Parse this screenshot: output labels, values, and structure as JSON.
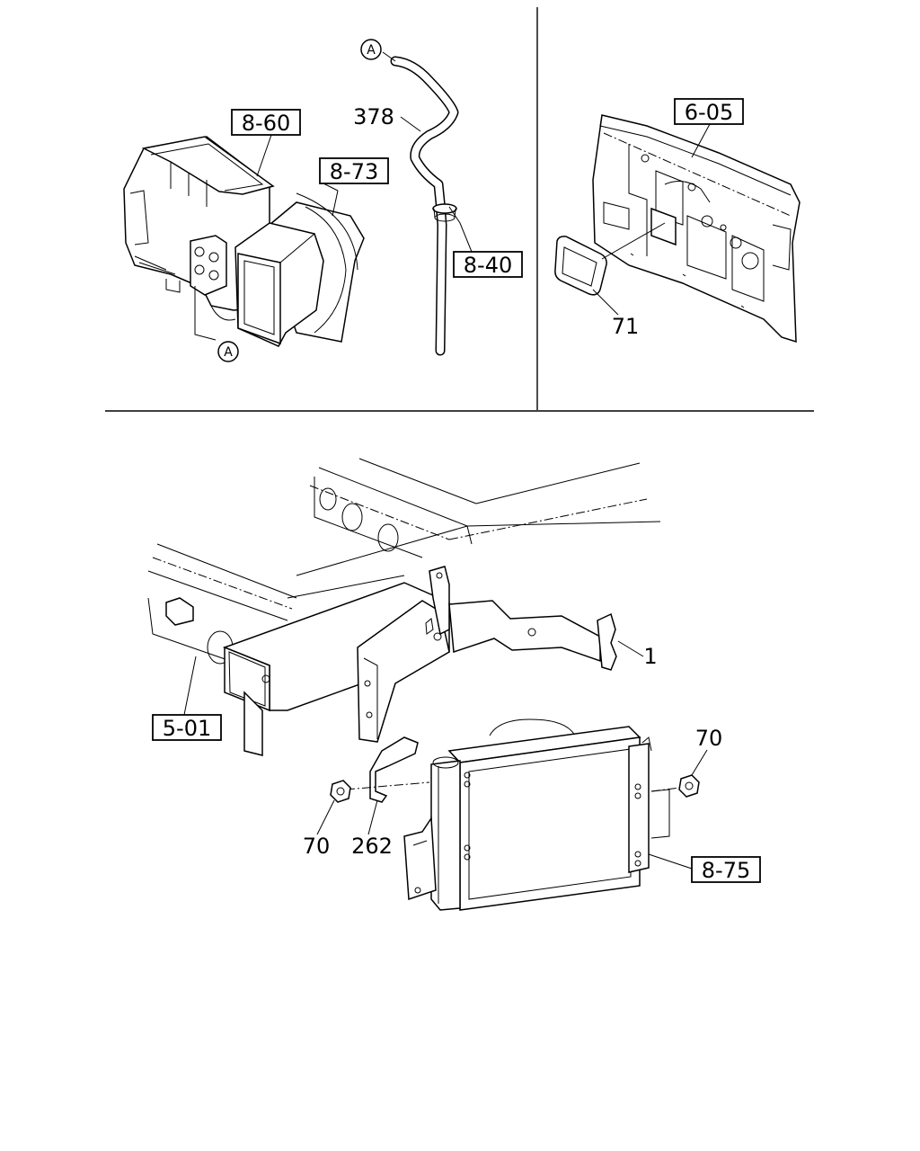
{
  "callouts": {
    "ref_8_60": "8-60",
    "ref_8_73": "8-73",
    "ref_8_40": "8-40",
    "ref_6_05": "6-05",
    "ref_5_01": "5-01",
    "ref_8_75": "8-75",
    "part_378": "378",
    "part_71": "71",
    "part_1": "1",
    "part_70_left": "70",
    "part_70_right": "70",
    "part_262": "262",
    "marker_a_top": "A",
    "marker_a_bottom": "A"
  }
}
